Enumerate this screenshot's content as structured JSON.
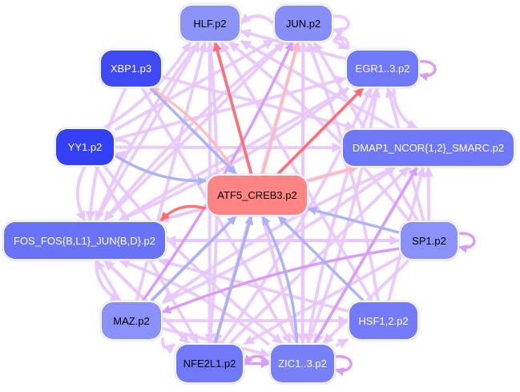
{
  "diagram": {
    "type": "gene-regulatory-network",
    "colors": {
      "edge_default": "#e8c6fb",
      "edge_strong": "#d99cf8",
      "edge_blue": "#a8b0f8",
      "edge_red": "#ff6a6a",
      "edge_pink": "#ffb8b8",
      "node_highlight": "#ff8585"
    },
    "nodes": [
      {
        "id": "HLF",
        "label": "HLF.p2",
        "fill": "#8c93f7",
        "text": "#000000"
      },
      {
        "id": "JUN",
        "label": "JUN.p2",
        "fill": "#878ef8",
        "text": "#000000"
      },
      {
        "id": "XBP1",
        "label": "XBP1.p3",
        "fill": "#3f4af4",
        "text": "#ffffff"
      },
      {
        "id": "EGR",
        "label": "EGR1..3.p2",
        "fill": "#7079f9",
        "text": "#ffffff"
      },
      {
        "id": "YY1",
        "label": "YY1.p2",
        "fill": "#3440f5",
        "text": "#ffffff"
      },
      {
        "id": "DMAP1",
        "label": "DMAP1_NCOR{1,2}_SMARC.p2",
        "fill": "#6f78f9",
        "text": "#ffffff"
      },
      {
        "id": "ATF5",
        "label": "ATF5_CREB3.p2",
        "fill": "#ff8585",
        "text": "#000000"
      },
      {
        "id": "FOS",
        "label": "FOS_FOS{B,L1}_JUN{B,D}.p2",
        "fill": "#6a72f8",
        "text": "#ffffff"
      },
      {
        "id": "SP1",
        "label": "SP1.p2",
        "fill": "#8a91f8",
        "text": "#000000"
      },
      {
        "id": "MAZ",
        "label": "MAZ.p2",
        "fill": "#8a91f8",
        "text": "#000000"
      },
      {
        "id": "HSF",
        "label": "HSF1,2.p2",
        "fill": "#747bf8",
        "text": "#ffffff"
      },
      {
        "id": "NFE2L1",
        "label": "NFE2L1.p2",
        "fill": "#7279f8",
        "text": "#000000"
      },
      {
        "id": "ZIC",
        "label": "ZIC1..3.p2",
        "fill": "#7880f8",
        "text": "#ffffff"
      }
    ],
    "edges": [
      {
        "from": "JUN",
        "to": "HLF",
        "kind": "default"
      },
      {
        "from": "JUN",
        "to": "JUN",
        "kind": "default"
      },
      {
        "from": "JUN",
        "to": "EGR",
        "kind": "default"
      },
      {
        "from": "EGR",
        "to": "JUN",
        "kind": "default"
      },
      {
        "from": "EGR",
        "to": "EGR",
        "kind": "strong"
      },
      {
        "from": "YY1",
        "to": "YY1",
        "kind": "default"
      },
      {
        "from": "SP1",
        "to": "SP1",
        "kind": "strong"
      },
      {
        "from": "ZIC",
        "to": "ZIC",
        "kind": "strong"
      },
      {
        "from": "NFE2L1",
        "to": "ZIC",
        "kind": "strong"
      },
      {
        "from": "ZIC",
        "to": "NFE2L1",
        "kind": "strong"
      },
      {
        "from": "ATF5",
        "to": "HLF",
        "kind": "red"
      },
      {
        "from": "ATF5",
        "to": "EGR",
        "kind": "red"
      },
      {
        "from": "ATF5",
        "to": "FOS",
        "kind": "red"
      },
      {
        "from": "ATF5",
        "to": "DMAP1",
        "kind": "pink"
      },
      {
        "from": "ATF5",
        "to": "JUN",
        "kind": "pink"
      },
      {
        "from": "ATF5",
        "to": "XBP1",
        "kind": "pink"
      },
      {
        "from": "NFE2L1",
        "to": "ATF5",
        "kind": "pink"
      },
      {
        "from": "XBP1",
        "to": "ATF5",
        "kind": "blue"
      },
      {
        "from": "YY1",
        "to": "ATF5",
        "kind": "blue"
      },
      {
        "from": "SP1",
        "to": "ATF5",
        "kind": "blue"
      },
      {
        "from": "MAZ",
        "to": "ATF5",
        "kind": "blue"
      },
      {
        "from": "ZIC",
        "to": "ATF5",
        "kind": "blue"
      },
      {
        "from": "HSF",
        "to": "ATF5",
        "kind": "blue"
      },
      {
        "from": "NFE2L1",
        "to": "ATF5",
        "kind": "blue"
      },
      {
        "from": "YY1",
        "to": "FOS",
        "kind": "default"
      },
      {
        "from": "YY1",
        "to": "DMAP1",
        "kind": "default"
      },
      {
        "from": "YY1",
        "to": "EGR",
        "kind": "default"
      },
      {
        "from": "YY1",
        "to": "HLF",
        "kind": "default"
      },
      {
        "from": "YY1",
        "to": "JUN",
        "kind": "default"
      },
      {
        "from": "YY1",
        "to": "NFE2L1",
        "kind": "default"
      },
      {
        "from": "YY1",
        "to": "ZIC",
        "kind": "default"
      },
      {
        "from": "SP1",
        "to": "DMAP1",
        "kind": "default"
      },
      {
        "from": "SP1",
        "to": "EGR",
        "kind": "default"
      },
      {
        "from": "SP1",
        "to": "HLF",
        "kind": "default"
      },
      {
        "from": "SP1",
        "to": "JUN",
        "kind": "default"
      },
      {
        "from": "SP1",
        "to": "FOS",
        "kind": "default"
      },
      {
        "from": "SP1",
        "to": "MAZ",
        "kind": "strong"
      },
      {
        "from": "SP1",
        "to": "NFE2L1",
        "kind": "default"
      },
      {
        "from": "SP1",
        "to": "ZIC",
        "kind": "default"
      },
      {
        "from": "MAZ",
        "to": "DMAP1",
        "kind": "default"
      },
      {
        "from": "MAZ",
        "to": "EGR",
        "kind": "default"
      },
      {
        "from": "MAZ",
        "to": "HLF",
        "kind": "default"
      },
      {
        "from": "MAZ",
        "to": "JUN",
        "kind": "strong"
      },
      {
        "from": "MAZ",
        "to": "FOS",
        "kind": "default"
      },
      {
        "from": "MAZ",
        "to": "HSF",
        "kind": "default"
      },
      {
        "from": "MAZ",
        "to": "NFE2L1",
        "kind": "default"
      },
      {
        "from": "MAZ",
        "to": "ZIC",
        "kind": "default"
      },
      {
        "from": "ZIC",
        "to": "DMAP1",
        "kind": "strong"
      },
      {
        "from": "ZIC",
        "to": "EGR",
        "kind": "default"
      },
      {
        "from": "ZIC",
        "to": "HLF",
        "kind": "default"
      },
      {
        "from": "ZIC",
        "to": "JUN",
        "kind": "default"
      },
      {
        "from": "ZIC",
        "to": "FOS",
        "kind": "default"
      },
      {
        "from": "ZIC",
        "to": "HSF",
        "kind": "default"
      },
      {
        "from": "NFE2L1",
        "to": "DMAP1",
        "kind": "default"
      },
      {
        "from": "NFE2L1",
        "to": "HLF",
        "kind": "default"
      },
      {
        "from": "NFE2L1",
        "to": "JUN",
        "kind": "default"
      },
      {
        "from": "NFE2L1",
        "to": "FOS",
        "kind": "default"
      },
      {
        "from": "NFE2L1",
        "to": "EGR",
        "kind": "default"
      },
      {
        "from": "HSF",
        "to": "DMAP1",
        "kind": "default"
      },
      {
        "from": "HSF",
        "to": "HLF",
        "kind": "default"
      },
      {
        "from": "HSF",
        "to": "JUN",
        "kind": "default"
      },
      {
        "from": "HSF",
        "to": "FOS",
        "kind": "default"
      },
      {
        "from": "XBP1",
        "to": "DMAP1",
        "kind": "default"
      },
      {
        "from": "XBP1",
        "to": "FOS",
        "kind": "default"
      },
      {
        "from": "XBP1",
        "to": "ZIC",
        "kind": "default"
      },
      {
        "from": "FOS",
        "to": "DMAP1",
        "kind": "default"
      },
      {
        "from": "FOS",
        "to": "EGR",
        "kind": "default"
      },
      {
        "from": "FOS",
        "to": "HLF",
        "kind": "default"
      },
      {
        "from": "FOS",
        "to": "JUN",
        "kind": "default"
      },
      {
        "from": "FOS",
        "to": "MAZ",
        "kind": "default"
      },
      {
        "from": "FOS",
        "to": "SP1",
        "kind": "default"
      },
      {
        "from": "FOS",
        "to": "NFE2L1",
        "kind": "default"
      },
      {
        "from": "HLF",
        "to": "FOS",
        "kind": "default"
      },
      {
        "from": "HLF",
        "to": "ZIC",
        "kind": "default"
      },
      {
        "from": "HLF",
        "to": "NFE2L1",
        "kind": "default"
      },
      {
        "from": "JUN",
        "to": "FOS",
        "kind": "default"
      },
      {
        "from": "JUN",
        "to": "ZIC",
        "kind": "default"
      },
      {
        "from": "JUN",
        "to": "NFE2L1",
        "kind": "default"
      },
      {
        "from": "EGR",
        "to": "DMAP1",
        "kind": "default"
      },
      {
        "from": "EGR",
        "to": "FOS",
        "kind": "default"
      },
      {
        "from": "EGR",
        "to": "HLF",
        "kind": "default"
      },
      {
        "from": "EGR",
        "to": "ZIC",
        "kind": "default"
      },
      {
        "from": "DMAP1",
        "to": "FOS",
        "kind": "default"
      },
      {
        "from": "DMAP1",
        "to": "HLF",
        "kind": "default"
      },
      {
        "from": "DMAP1",
        "to": "MAZ",
        "kind": "default"
      },
      {
        "from": "DMAP1",
        "to": "ZIC",
        "kind": "default"
      }
    ]
  }
}
